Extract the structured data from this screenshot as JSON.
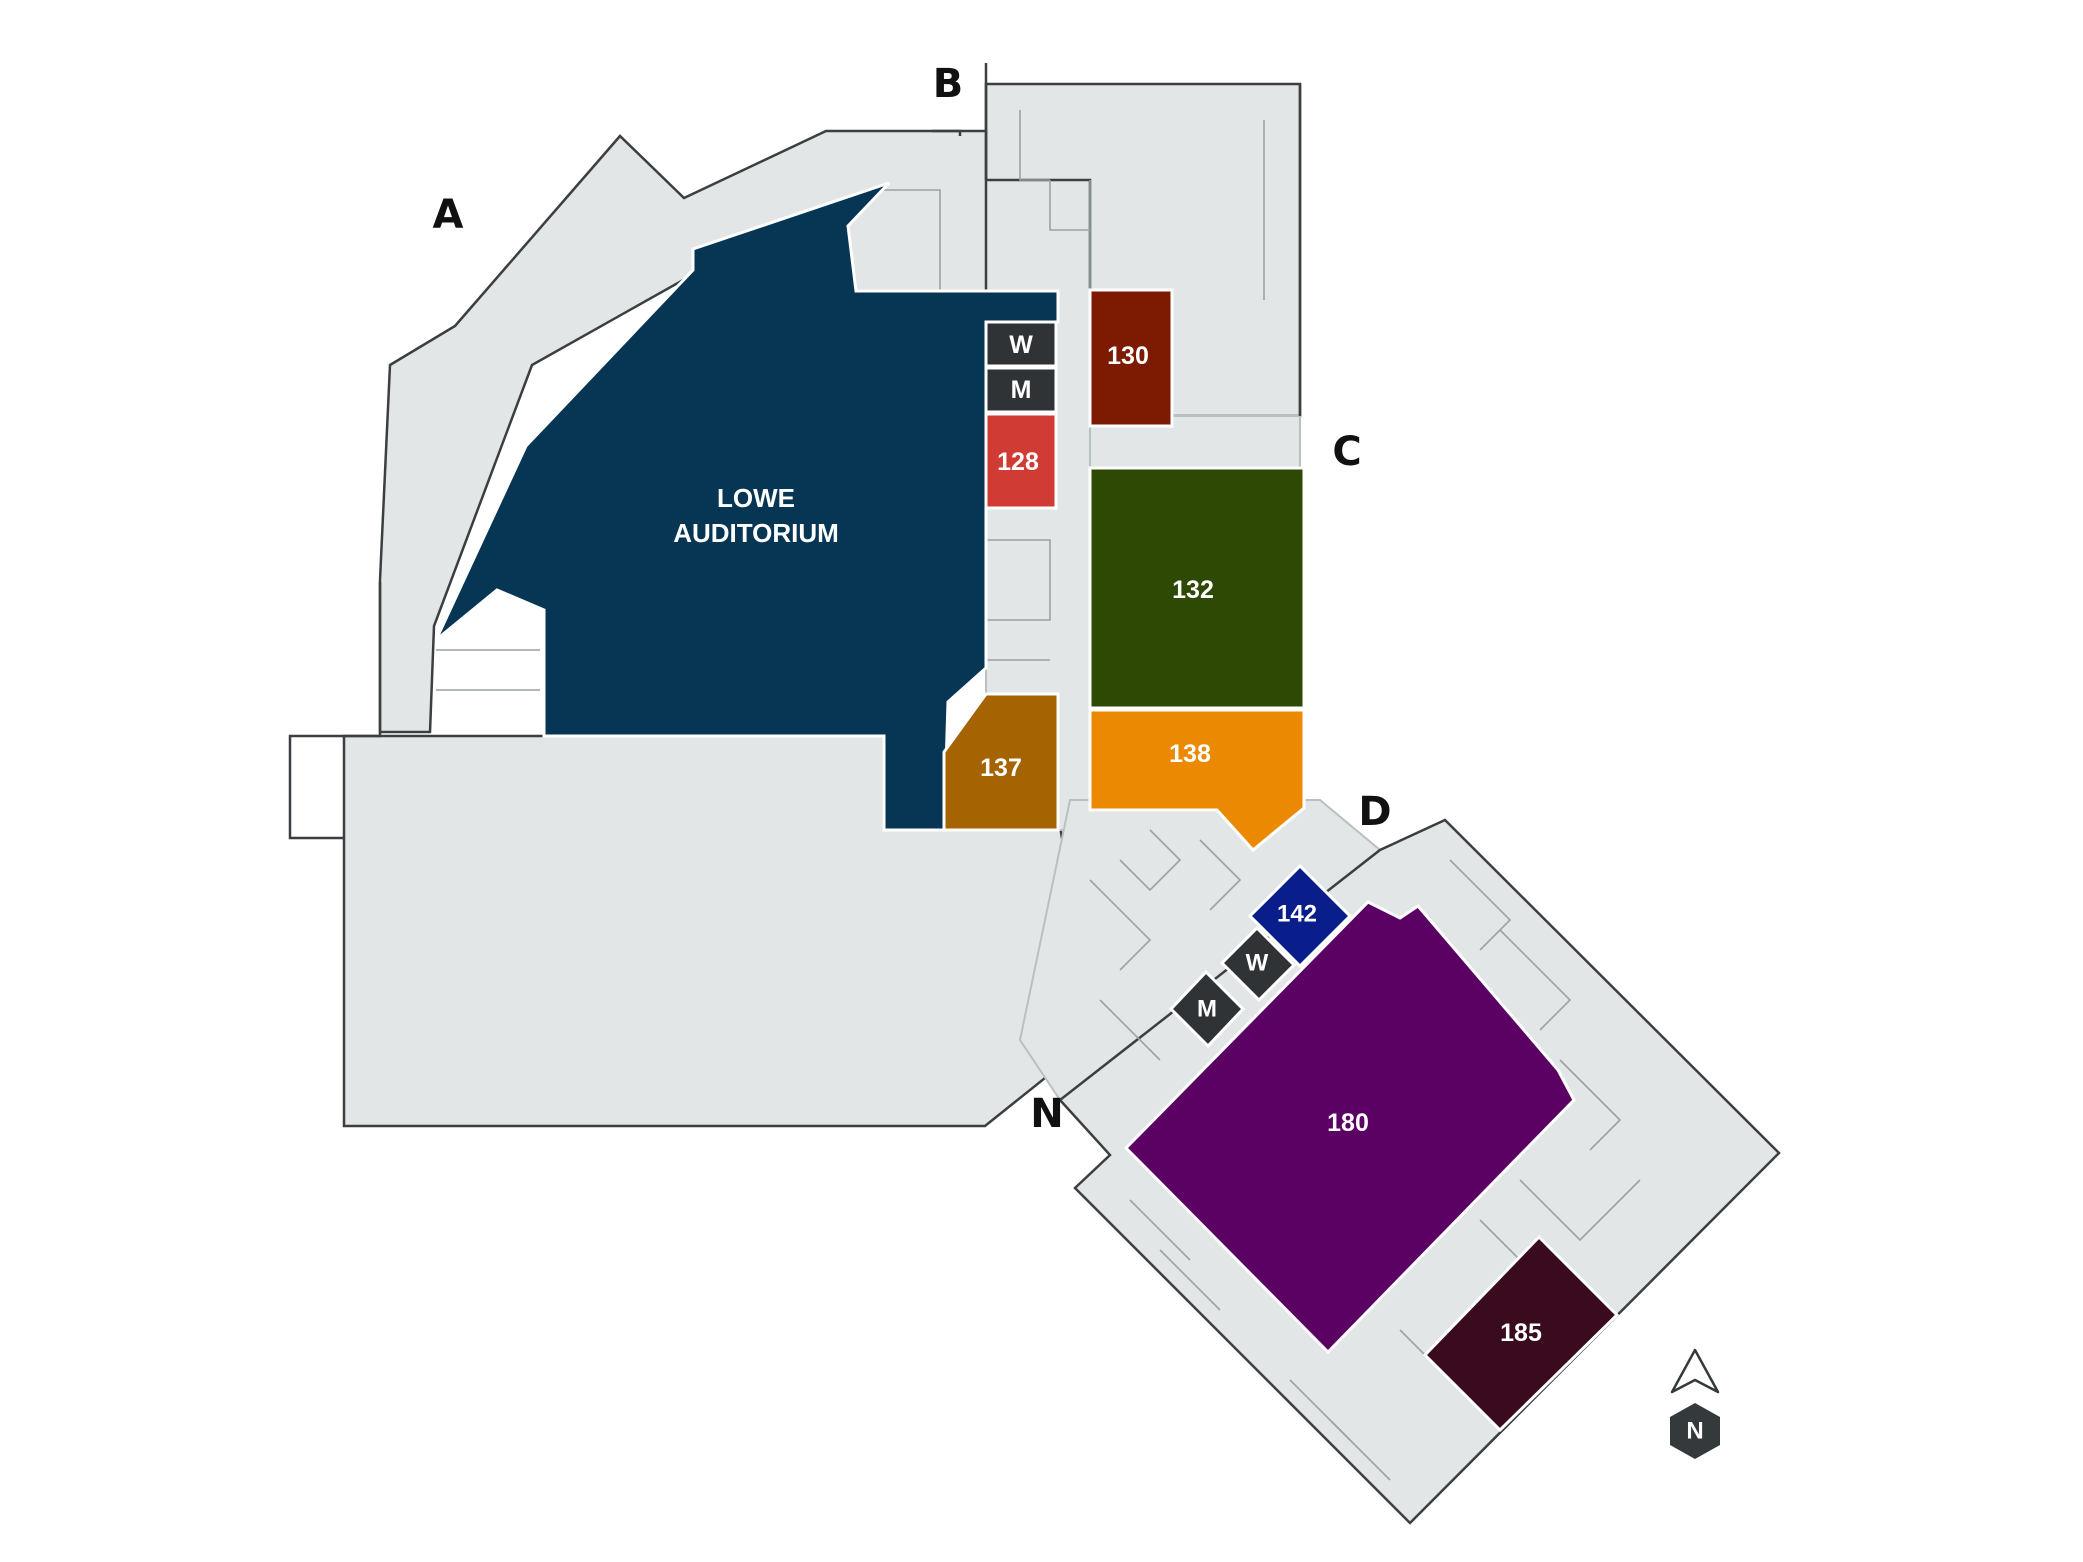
{
  "rooms": {
    "auditorium": {
      "line1": "LOWE",
      "line2": "AUDITORIUM",
      "color": "#073655"
    },
    "w1": {
      "label": "W",
      "color": "#2f3335"
    },
    "m1": {
      "label": "M",
      "color": "#2f3335"
    },
    "r128": {
      "label": "128",
      "color": "#d03b34"
    },
    "r130": {
      "label": "130",
      "color": "#7d1a02"
    },
    "r132": {
      "label": "132",
      "color": "#2e4903"
    },
    "r137": {
      "label": "137",
      "color": "#a66302"
    },
    "r138": {
      "label": "138",
      "color": "#ec8902"
    },
    "r142": {
      "label": "142",
      "color": "#0a1e8b"
    },
    "w2": {
      "label": "W",
      "color": "#2f3335"
    },
    "m2": {
      "label": "M",
      "color": "#2f3335"
    },
    "r180": {
      "label": "180",
      "color": "#5b0164"
    },
    "r185": {
      "label": "185",
      "color": "#3a0a1f"
    }
  },
  "entrances": {
    "a": "A",
    "b": "B",
    "c": "C",
    "d": "D",
    "n": "N"
  },
  "compass": {
    "label": "N",
    "color": "#343a3c"
  }
}
